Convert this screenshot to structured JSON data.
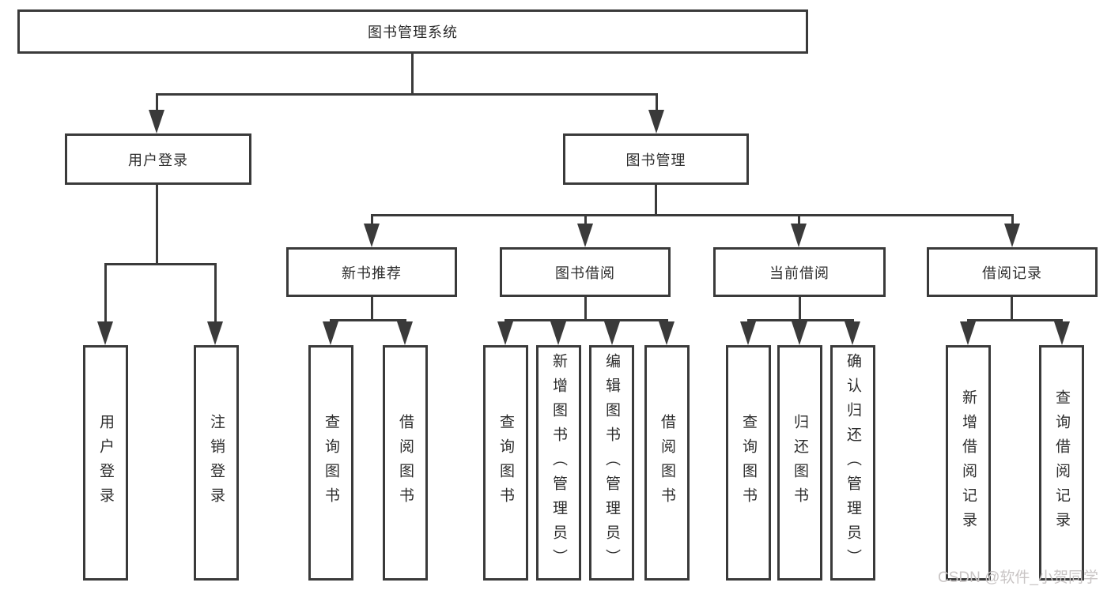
{
  "diagram": {
    "title": "图书管理系统",
    "level2": [
      {
        "label": "用户登录"
      },
      {
        "label": "图书管理"
      }
    ],
    "level3": [
      {
        "label": "新书推荐"
      },
      {
        "label": "图书借阅"
      },
      {
        "label": "当前借阅"
      },
      {
        "label": "借阅记录"
      }
    ],
    "leaves": {
      "login": [
        {
          "label": "用户登录"
        },
        {
          "label": "注销登录"
        }
      ],
      "newbook": [
        {
          "label": "查询图书"
        },
        {
          "label": "借阅图书"
        }
      ],
      "borrow": [
        {
          "label": "查询图书"
        },
        {
          "label": "新增图书（管理员）"
        },
        {
          "label": "编辑图书（管理员）"
        },
        {
          "label": "借阅图书"
        }
      ],
      "current": [
        {
          "label": "查询图书"
        },
        {
          "label": "归还图书"
        },
        {
          "label": "确认归还（管理员）"
        }
      ],
      "records": [
        {
          "label": "新增借阅记录"
        },
        {
          "label": "查询借阅记录"
        }
      ]
    }
  },
  "watermark": {
    "text": "CSDN @软件_小贺同学"
  },
  "colors": {
    "line": "#3a3a3a",
    "text": "#2d2d2d",
    "watermark": "#c9c5c5",
    "background": "#ffffff"
  }
}
